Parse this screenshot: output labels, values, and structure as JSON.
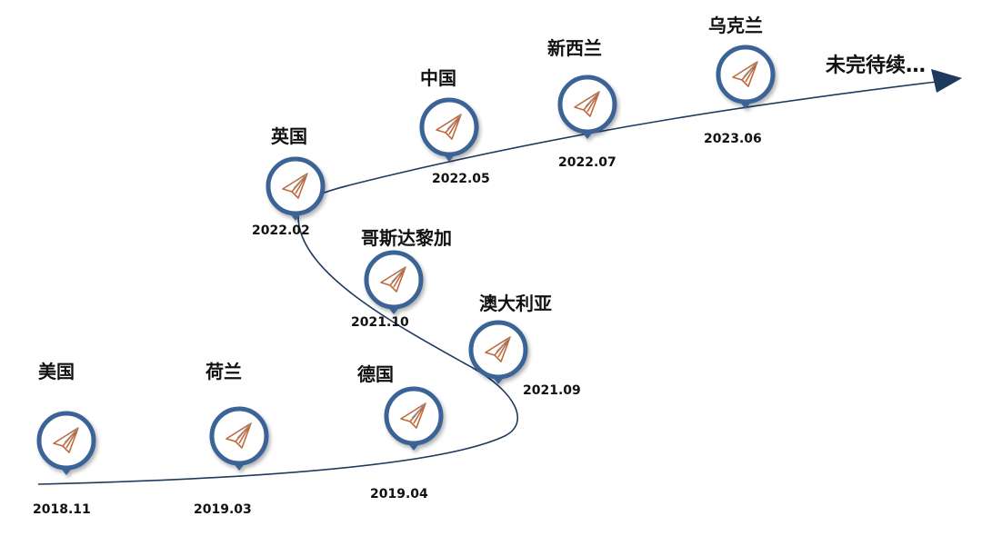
{
  "colors": {
    "path": "#1f3a5f",
    "ring": "#3a6496",
    "plane": "#c0693a"
  },
  "continuation": "未完待续…",
  "stops": [
    {
      "country": "美国",
      "date": "2018.11"
    },
    {
      "country": "荷兰",
      "date": "2019.03"
    },
    {
      "country": "德国",
      "date": "2019.04"
    },
    {
      "country": "澳大利亚",
      "date": "2021.09"
    },
    {
      "country": "哥斯达黎加",
      "date": "2021.10"
    },
    {
      "country": "英国",
      "date": "2022.02"
    },
    {
      "country": "中国",
      "date": "2022.05"
    },
    {
      "country": "新西兰",
      "date": "2022.07"
    },
    {
      "country": "乌克兰",
      "date": "2023.06"
    }
  ]
}
